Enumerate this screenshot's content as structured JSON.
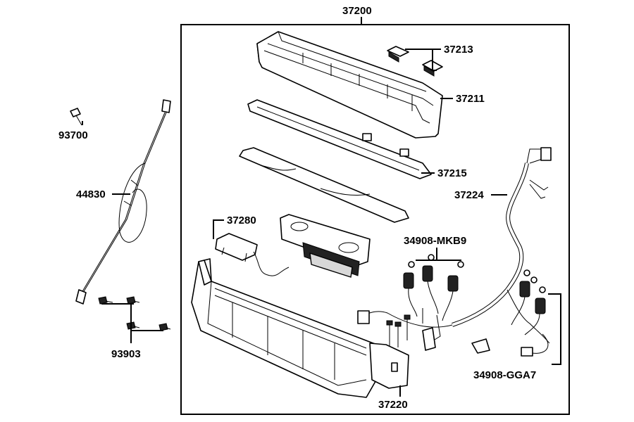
{
  "labels": {
    "assembly": "37200",
    "lens_clip": "37213",
    "meter_case_upper": "37211",
    "meter_panel": "37215",
    "harness": "37224",
    "bulb_socket_upper": "34908-MKB9",
    "bulb_socket_lower": "34908-GGA7",
    "meter_case_lower": "37220",
    "sub_harness": "37280",
    "screw": "93700",
    "speedo_cable": "44830",
    "tapping_screw": "93903"
  }
}
